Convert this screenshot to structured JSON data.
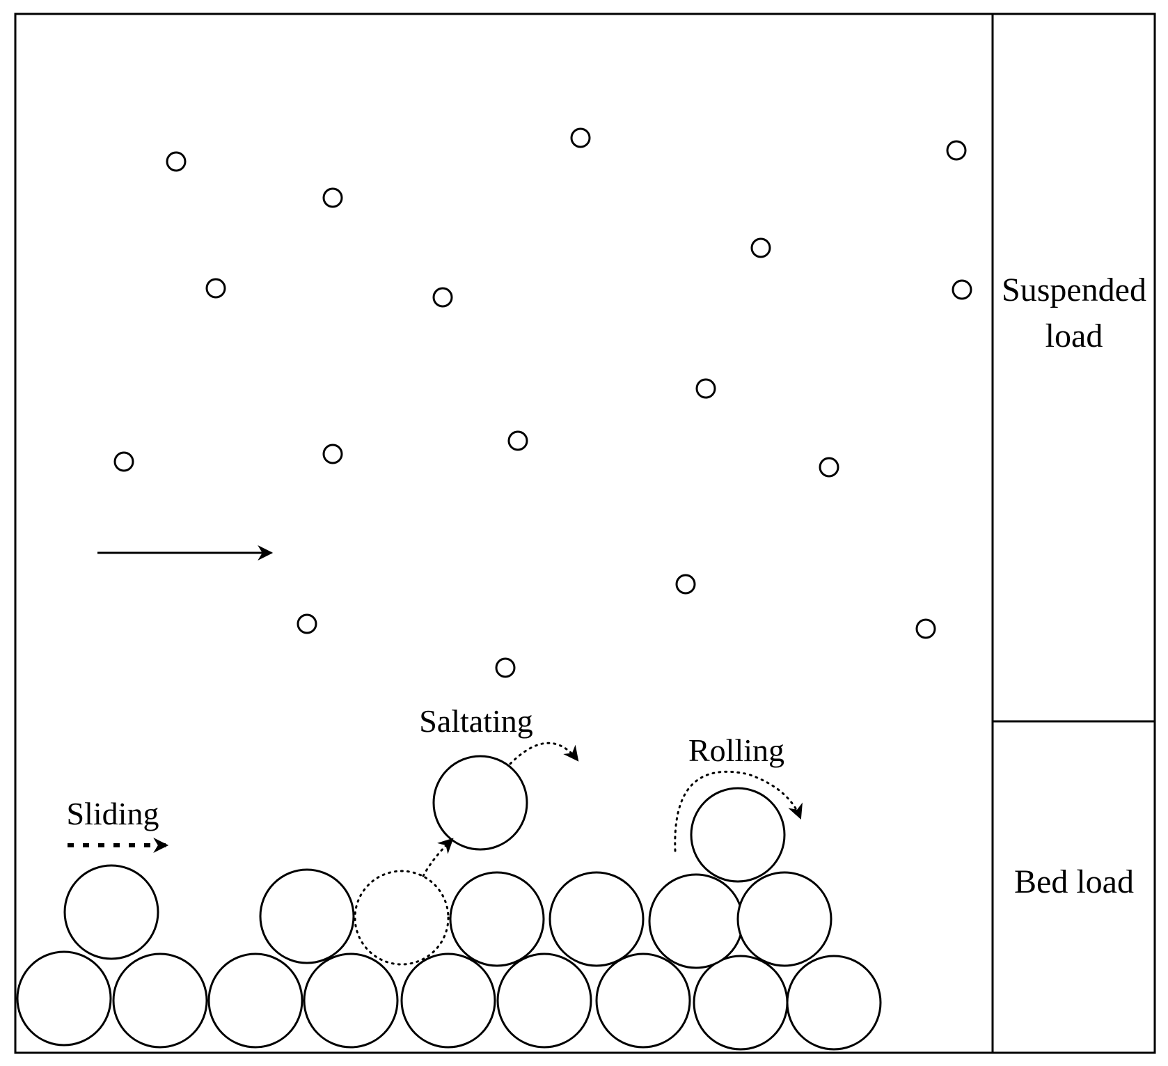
{
  "labels": {
    "suspended_line1": "Suspended",
    "suspended_line2": "load",
    "bed": "Bed load",
    "saltating": "Saltating",
    "rolling": "Rolling",
    "sliding": "Sliding"
  },
  "colors": {
    "stroke": "#000000",
    "background": "#ffffff"
  },
  "icons": {
    "flow": "flow-direction-arrow",
    "particle": "circle-outline"
  }
}
